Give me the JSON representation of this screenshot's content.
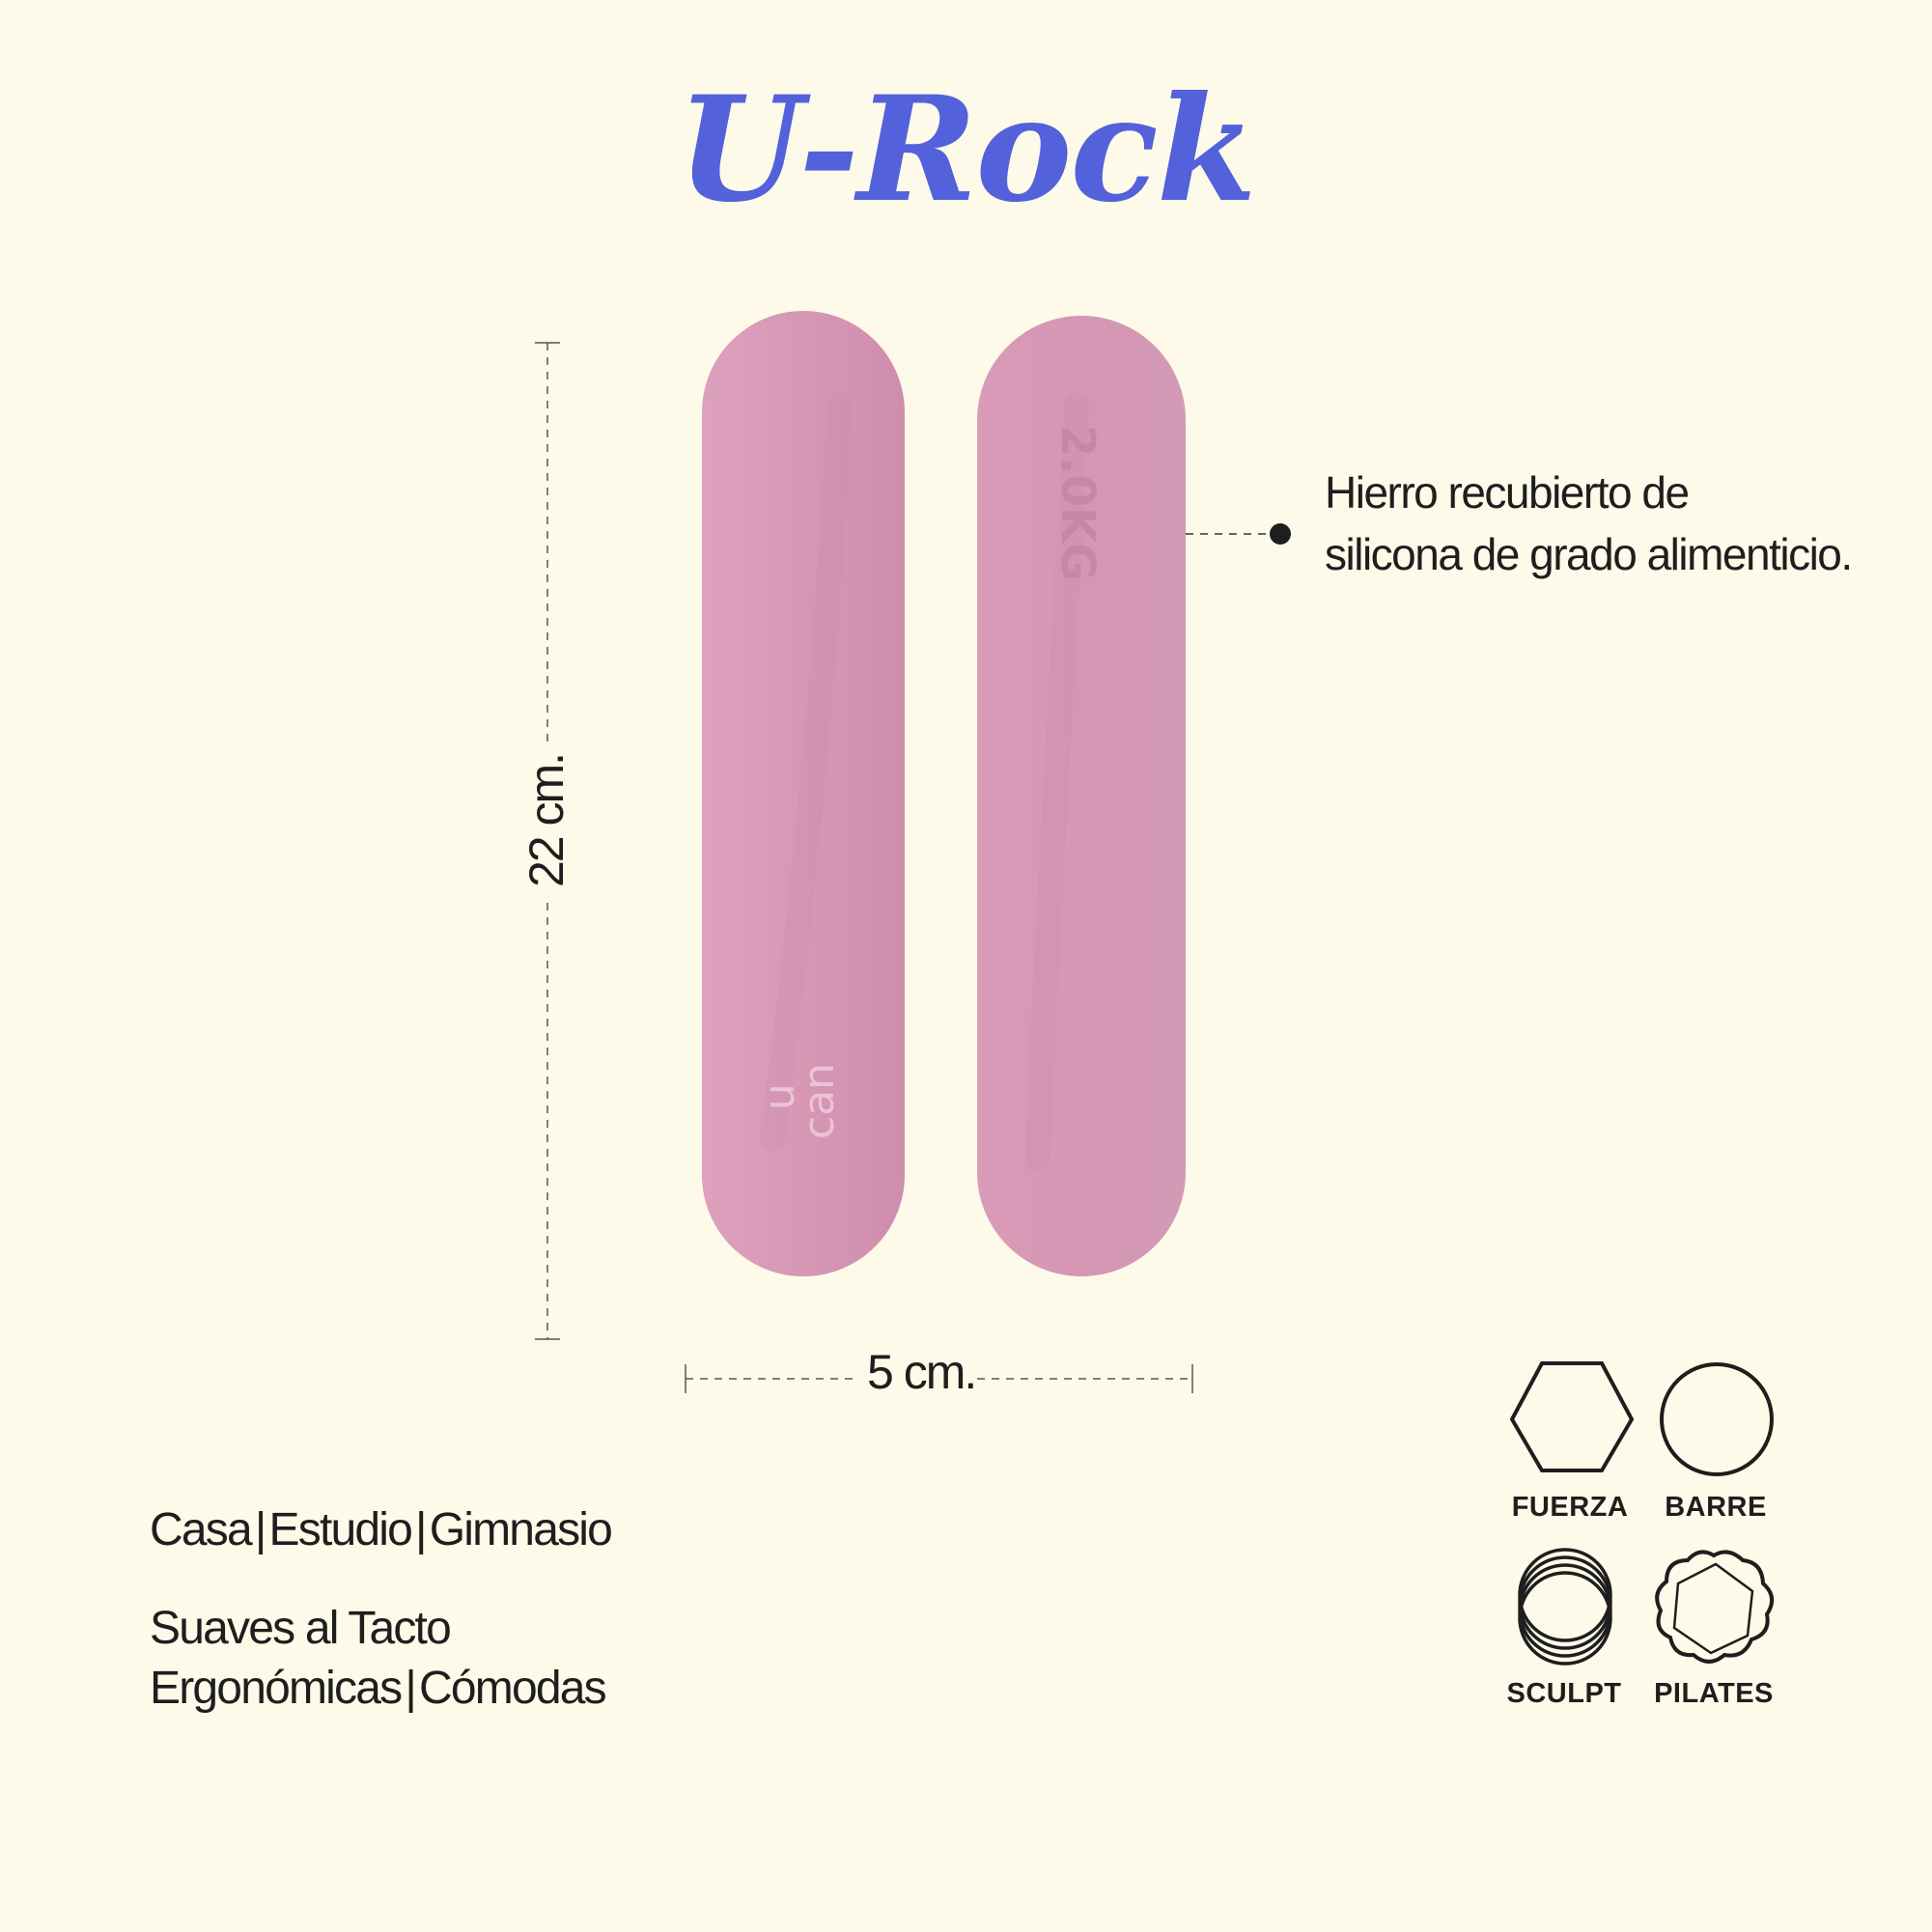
{
  "title": "U-Rock",
  "colors": {
    "title": "#5361DB",
    "dumbbell": "#D697B4",
    "background": "#FEFAE9",
    "text": "#1E1E1E"
  },
  "dumbbells": {
    "left_engraving": [
      "u",
      "can"
    ],
    "right_engraving": "2.0KG"
  },
  "dimensions": {
    "height": "22 cm.",
    "width": "5 cm."
  },
  "material": {
    "line1": "Hierro recubierto de",
    "line2": "silicona de grado alimenticio."
  },
  "places": [
    "Casa",
    "Estudio",
    "Gimnasio"
  ],
  "feel": {
    "line1": "Suaves al Tacto",
    "line2": [
      "Ergonómicas",
      "Cómodas"
    ]
  },
  "activities": [
    {
      "label": "FUERZA",
      "icon": "hexagon-icon"
    },
    {
      "label": "BARRE",
      "icon": "circle-icon"
    },
    {
      "label": "SCULPT",
      "icon": "stacked-rings-icon"
    },
    {
      "label": "PILATES",
      "icon": "flower-outline-icon"
    }
  ]
}
